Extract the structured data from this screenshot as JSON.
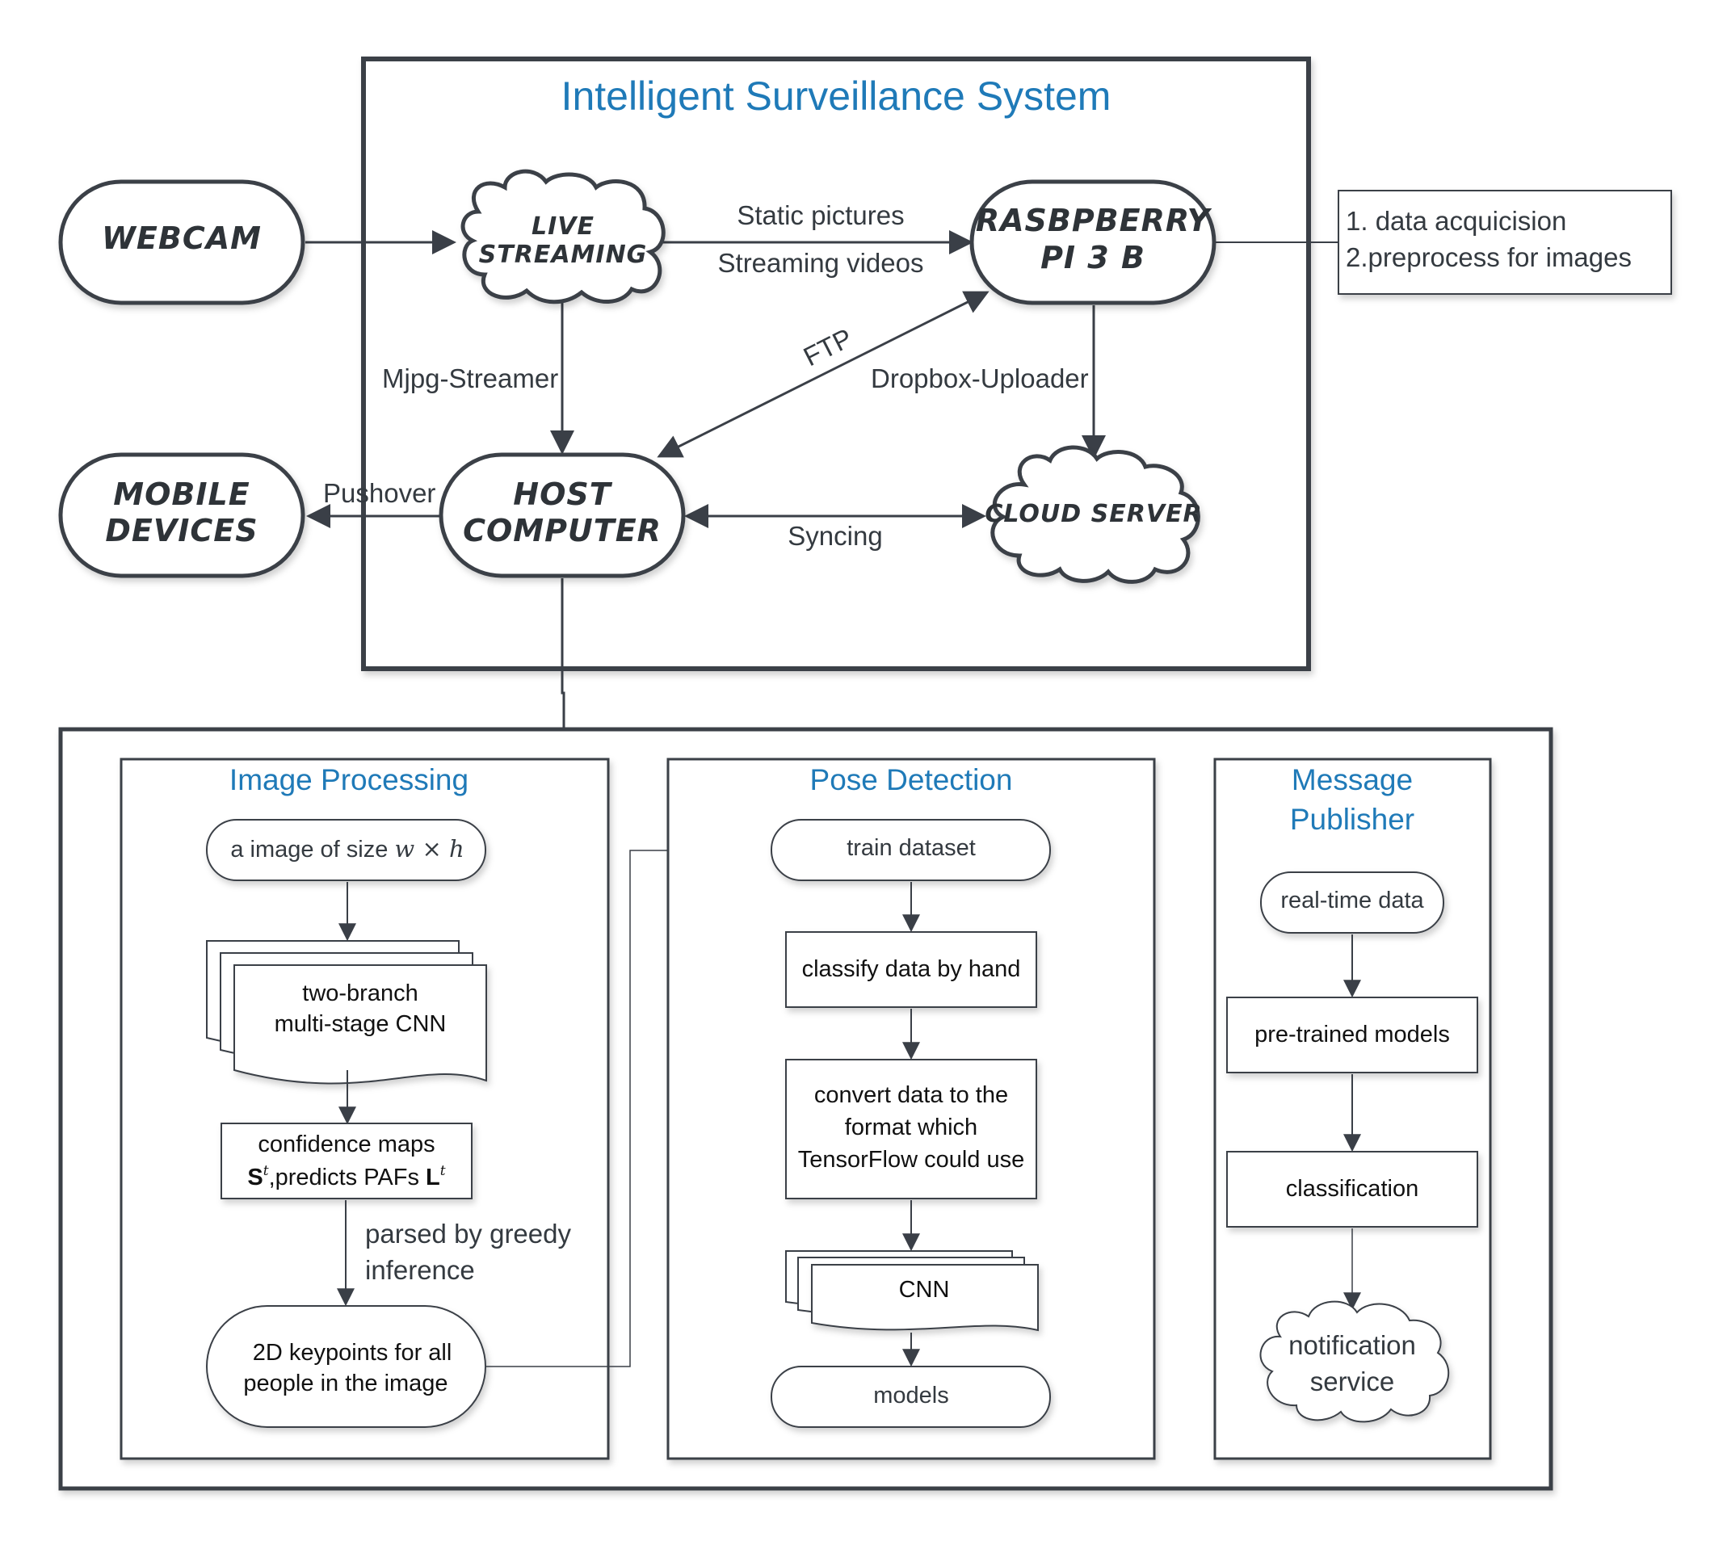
{
  "system_title": "Intelligent Surveillance System",
  "nodes": {
    "webcam": "WEBCAM",
    "live_streaming": [
      "LIVE",
      "STREAMING"
    ],
    "raspberry": [
      "RASBPBERRY",
      "PI 3 B"
    ],
    "mobile": [
      "MOBILE",
      "DEVICES"
    ],
    "host": [
      "HOST",
      "COMPUTER"
    ],
    "cloud": "CLOUD SERVER"
  },
  "edge_labels": {
    "static_pictures": "Static pictures",
    "streaming_videos": "Streaming videos",
    "ftp": "FTP",
    "mjpg": "Mjpg-Streamer",
    "dropbox": "Dropbox-Uploader",
    "pushover": "Pushover",
    "syncing": "Syncing"
  },
  "note": [
    "1. data acquicision",
    "2.preprocess for images"
  ],
  "image_processing": {
    "title": "Image Processing",
    "input_prefix": "a image of size ",
    "input_math": "w × h",
    "cnn": [
      "two-branch",
      "multi-stage CNN"
    ],
    "maps_line1": "confidence maps",
    "maps_S": "S",
    "maps_t": "t",
    "maps_mid": ",predicts PAFs ",
    "maps_L": "L",
    "parsed": [
      "parsed by greedy",
      "inference"
    ],
    "keypoints": [
      "2D keypoints for all",
      "people in the image"
    ]
  },
  "pose_detection": {
    "title": "Pose Detection",
    "train": "train dataset",
    "classify": "classify data by hand",
    "convert": [
      "convert data to the",
      "format which",
      "TensorFlow could use"
    ],
    "cnn": "CNN",
    "models": "models"
  },
  "message_publisher": {
    "title": [
      "Message",
      "Publisher"
    ],
    "realtime": "real-time data",
    "pretrained": "pre-trained models",
    "classification": "classification",
    "notification": [
      "notification",
      "service"
    ]
  }
}
